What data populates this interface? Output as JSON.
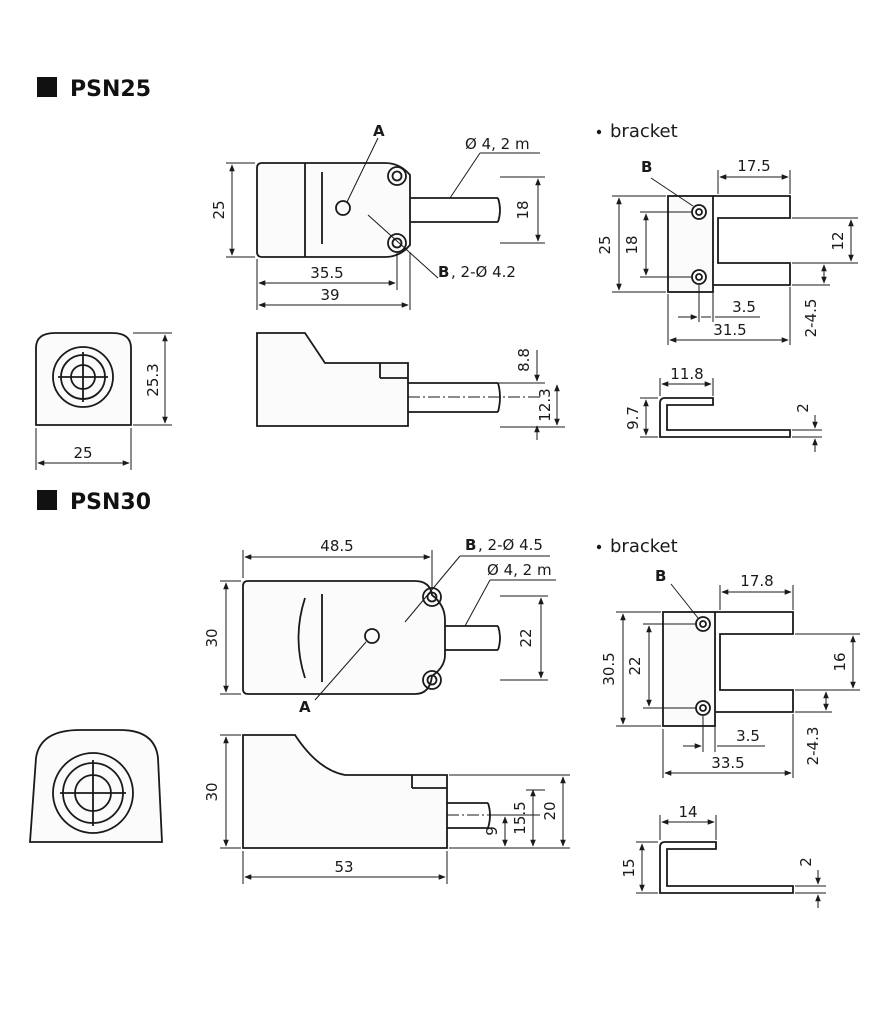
{
  "psn25": {
    "title": "PSN25",
    "label_a": "A",
    "cable": "Ø 4, 2 m",
    "label_b": "B",
    "holes": ", 2-Ø 4.2",
    "d_height": "25",
    "d_cable_height": "18",
    "d_inner_len": "35.5",
    "d_len": "39",
    "d_side_w": "25",
    "d_side_h": "25.3",
    "d_cable_top": "8.8",
    "d_cable_total": "12.3",
    "bracket": {
      "title": "bracket",
      "label_b": "B",
      "d_top": "17.5",
      "d_h_outer": "25",
      "d_h_inner": "18",
      "d_slot": "12",
      "d_hole": "3.5",
      "d_len": "31.5",
      "d_slot_w": "2-4.5",
      "d_side_w": "11.8",
      "d_side_h": "9.7",
      "d_thick": "2"
    }
  },
  "psn30": {
    "title": "PSN30",
    "label_a": "A",
    "cable": "Ø 4, 2 m",
    "label_b": "B",
    "holes": ", 2-Ø 4.5",
    "d_inner_len": "48.5",
    "d_height": "30",
    "d_cable_height": "22",
    "d_side_h": "30",
    "d_len": "53",
    "d_cable_a": "9",
    "d_cable_b": "15.5",
    "d_cable_c": "20",
    "bracket": {
      "title": "bracket",
      "label_b": "B",
      "d_top": "17.8",
      "d_h_outer": "30.5",
      "d_h_inner": "22",
      "d_slot": "16",
      "d_hole": "3.5",
      "d_len": "33.5",
      "d_slot_w": "2-4.3",
      "d_side_w": "14",
      "d_side_h": "15",
      "d_thick": "2"
    }
  }
}
